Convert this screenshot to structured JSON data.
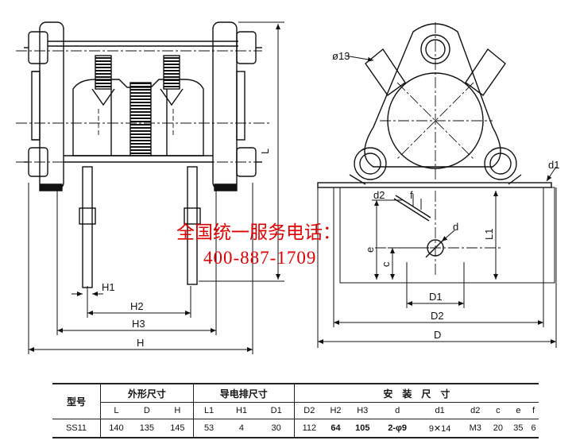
{
  "labels": {
    "H": "H",
    "H1": "H1",
    "H2": "H2",
    "H3": "H3",
    "L": "L",
    "phi13": "ø13",
    "d1": "d1",
    "d2": "d2",
    "f": "f",
    "d": "d",
    "e": "e",
    "c": "c",
    "L1": "L1",
    "D1": "D1",
    "D2": "D2",
    "D": "D"
  },
  "watermark": {
    "line1": "全国统一服务电话：",
    "line2": "400-887-1709"
  },
  "table": {
    "model_header": "型号",
    "group_outer": "外形尺寸",
    "group_conductor": "导电排尺寸",
    "group_install": "安　装　尺　寸",
    "sub_headers": [
      "L",
      "D",
      "H",
      "L1",
      "H1",
      "D1",
      "D2",
      "H2",
      "H3",
      "d",
      "d1",
      "d2",
      "c",
      "e",
      "f"
    ],
    "rows": [
      {
        "model": "SS11",
        "values": [
          "140",
          "135",
          "145",
          "53",
          "4",
          "30",
          "112",
          "64",
          "105",
          "2-φ9",
          "9✕14",
          "M3",
          "20",
          "35",
          "6"
        ]
      }
    ]
  }
}
